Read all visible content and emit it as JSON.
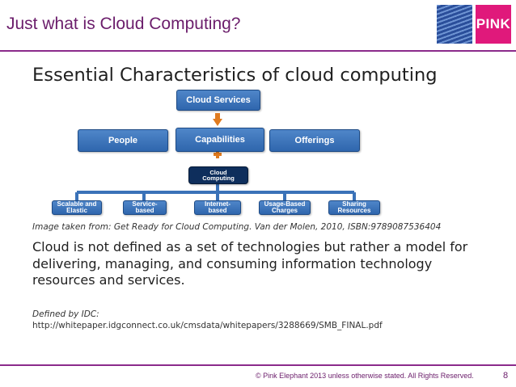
{
  "slide": {
    "title": "Just what is Cloud Computing?",
    "logo_text": "PINK",
    "footer": "© Pink Elephant 2013 unless otherwise stated. All Rights Reserved.",
    "page_number": "8"
  },
  "diagram": {
    "heading": "Essential Characteristics of cloud computing",
    "top_box": "Cloud Services",
    "middle_boxes": [
      "People",
      "Capabilities",
      "Offerings"
    ],
    "core_box": [
      "Cloud",
      "Computing"
    ],
    "leaves": [
      [
        "Scalable and",
        "Elastic"
      ],
      [
        "Service-",
        "based"
      ],
      [
        "Internet-",
        "based"
      ],
      [
        "Usage-Based",
        "Charges"
      ],
      [
        "Sharing",
        "Resources"
      ]
    ],
    "colors": {
      "box": "#3a72b8",
      "core": "#0e2e5c",
      "connector": "#e07b1f",
      "branch": "#3a72b8"
    }
  },
  "text": {
    "caption": "Image taken from: Get Ready for Cloud Computing. Van der Molen, 2010, ISBN:9789087536404",
    "definition": "Cloud is not defined as a set of technologies but rather a model for delivering, managing, and consuming information technology resources and services.",
    "defined_by": "Defined by IDC:",
    "url": "http://whitepaper.idgconnect.co.uk/cmsdata/whitepapers/3288669/SMB_FINAL.pdf"
  }
}
